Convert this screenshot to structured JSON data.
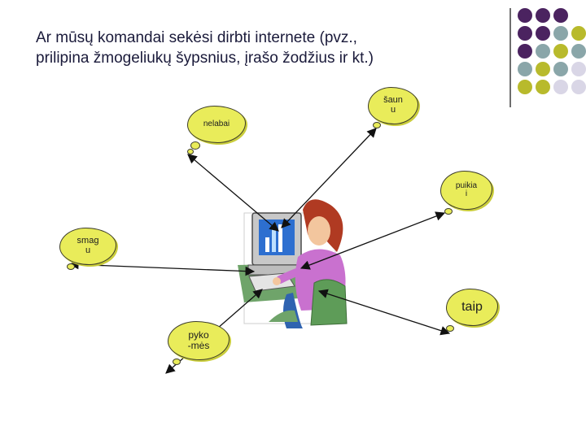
{
  "slide": {
    "title_line1": "Ar mūsų komandai sekėsi dirbti internete (pvz.,",
    "title_line2": "prilipina žmogeliukų šypsnius, įrašo žodžius ir kt.)"
  },
  "bubbles": {
    "nelabai": "nelabai",
    "saunu_1": "šaun",
    "saunu_2": "u",
    "puikiai_1": "puikia",
    "puikiai_2": "i",
    "smagu_1": "smag",
    "smagu_2": "u",
    "taip": "taip",
    "pykomes_1": "pyko",
    "pykomes_2": "-mės"
  },
  "colors": {
    "bubble_fill": "#e9ec5a",
    "dot_purple": "#4b2360",
    "dot_teal": "#8aa6a9",
    "dot_olive": "#b8ba2c",
    "dot_lavender": "#d9d6e6"
  }
}
